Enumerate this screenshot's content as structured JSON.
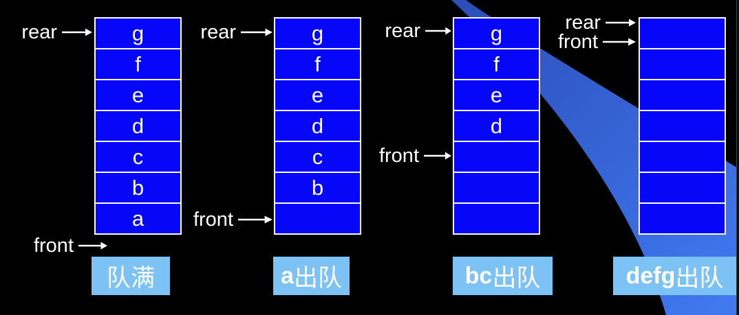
{
  "slide": {
    "topic": "queue dequeue sequence diagram",
    "background_color": "#000000"
  },
  "labels": {
    "rear": "rear",
    "front": "front"
  },
  "colors": {
    "cell_fill": "#0606f8",
    "cell_border": "#ffffff",
    "caption_bg": "#7cc2f4",
    "caption_text": "#ffffff",
    "pointer_text": "#ffffff",
    "swoosh_dark": "#2b4db8",
    "swoosh_light": "#4078f0"
  },
  "panels": [
    {
      "state": "queue-full",
      "cells": [
        "g",
        "f",
        "e",
        "d",
        "c",
        "b",
        "a"
      ],
      "caption": {
        "latin": "",
        "cn": "队满"
      },
      "rear_points_to_cell": 1,
      "front_points_to": "below-column"
    },
    {
      "state": "after-dequeue-a",
      "cells": [
        "g",
        "f",
        "e",
        "d",
        "c",
        "b",
        ""
      ],
      "caption": {
        "latin": "a",
        "cn": "出队"
      },
      "rear_points_to_cell": 1,
      "front_points_to": "cell-7"
    },
    {
      "state": "after-dequeue-bc",
      "cells": [
        "g",
        "f",
        "e",
        "d",
        "",
        "",
        ""
      ],
      "caption": {
        "latin": "bc",
        "cn": "出队"
      },
      "rear_points_to_cell": 1,
      "front_points_to": "cell-5"
    },
    {
      "state": "after-dequeue-defg",
      "cells": [
        "",
        "",
        "",
        "",
        "",
        "",
        ""
      ],
      "caption": {
        "latin": "defg",
        "cn": "出队"
      },
      "rear_points_to_cell": 1,
      "front_points_to": "cell-1"
    }
  ]
}
